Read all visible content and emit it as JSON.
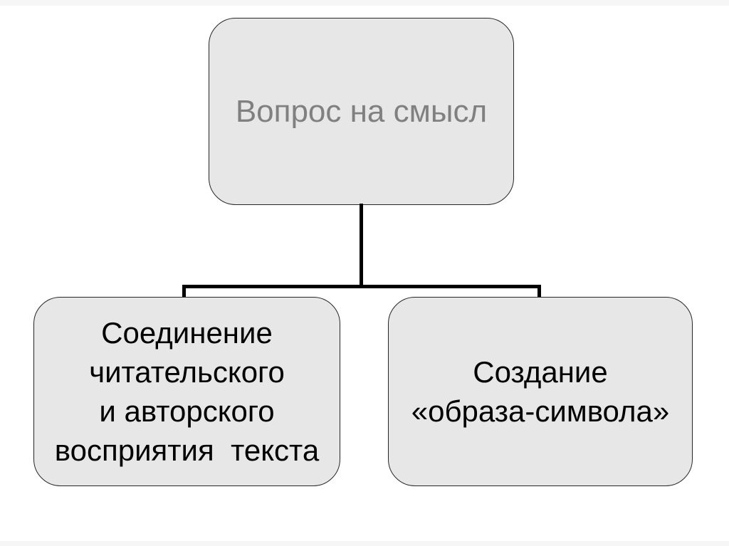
{
  "canvas": {
    "background": "#ffffff",
    "edge_strip_color": "#f6f6f6"
  },
  "colors": {
    "node_fill": "#e7e7e7",
    "node_border": "#262626",
    "connector": "#000000",
    "root_text": "#808080",
    "child_text": "#000000"
  },
  "diagram": {
    "type": "hierarchy",
    "root": {
      "id": "root",
      "label": "Вопрос на смысл"
    },
    "children": [
      {
        "id": "left",
        "lines": [
          "Соединение",
          "читательского",
          "и авторского",
          "восприятия  текста"
        ]
      },
      {
        "id": "right",
        "lines": [
          "Создание",
          "«образа-символа»"
        ]
      }
    ]
  }
}
